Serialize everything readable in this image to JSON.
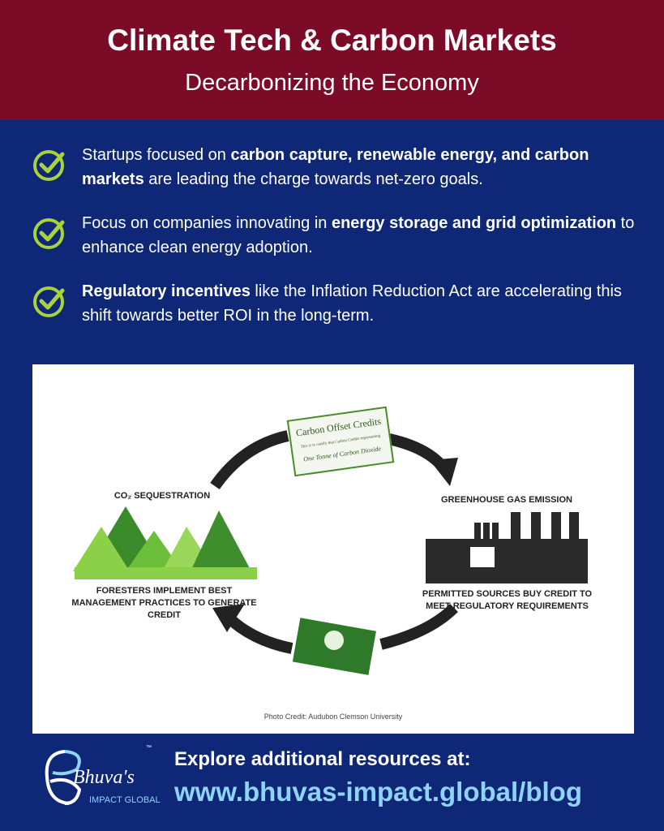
{
  "header": {
    "title": "Climate Tech & Carbon Markets",
    "subtitle": "Decarbonizing the Economy"
  },
  "bullets": [
    {
      "parts": [
        "Startups focused on ",
        "carbon capture, renewable energy, and carbon markets",
        " are leading the charge towards net-zero goals."
      ]
    },
    {
      "parts": [
        "Focus on companies innovating in ",
        "energy storage and grid optimization",
        " to enhance clean energy adoption."
      ]
    },
    {
      "parts": [
        "",
        "Regulatory incentives",
        " like the Inflation Reduction Act are accelerating this shift towards better ROI in the long-term."
      ]
    }
  ],
  "diagram": {
    "certificate_title": "Carbon Offset Credits",
    "certificate_small": "This is to certify that Carbon Credits representing",
    "certificate_sub": "One Tonne of Carbon Dioxide",
    "left_title": "CO₂ SEQUESTRATION",
    "left_caption": "FORESTERS IMPLEMENT BEST MANAGEMENT PRACTICES TO GENERATE CREDIT",
    "right_title": "GREENHOUSE GAS EMISSION",
    "right_caption": "PERMITTED SOURCES BUY CREDIT TO MEET REGULATORY REQUIREMENTS",
    "credit": "Photo Credit: Audubon Clemson University"
  },
  "footer": {
    "logo_text": "Bhuva's",
    "logo_sub": "IMPACT GLOBAL",
    "tm": "™",
    "explore": "Explore additional resources at:",
    "url": "www.bhuvas-impact.global/blog"
  },
  "colors": {
    "header": "#7b0b27",
    "background": "#0f2777",
    "check": "#a8d43a",
    "url": "#8fd4f7"
  }
}
